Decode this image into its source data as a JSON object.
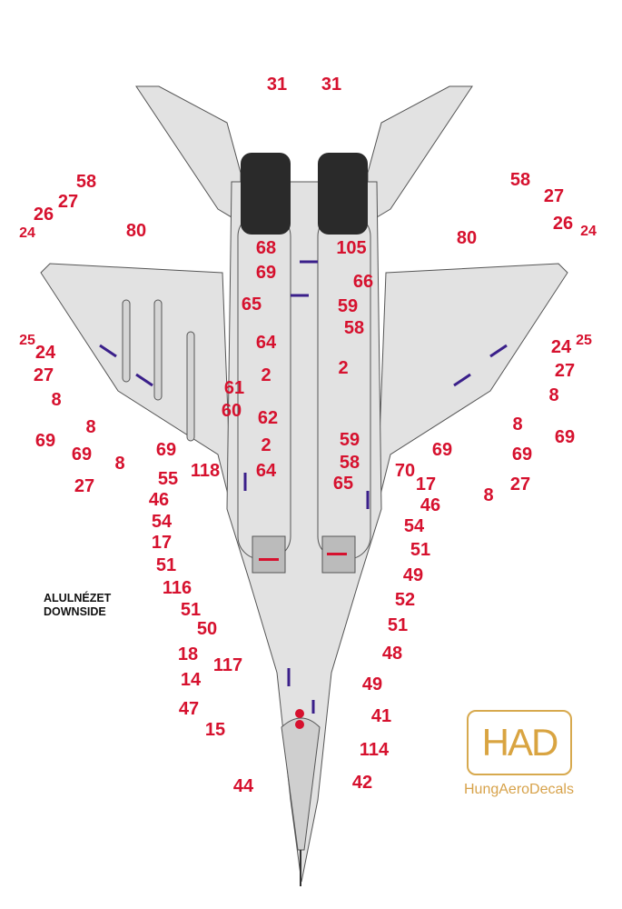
{
  "view_label": {
    "hu": "ALULNÉZET",
    "en": "DOWNSIDE"
  },
  "logo": {
    "mark": "HAD",
    "name": "HungAeroDecals"
  },
  "colors": {
    "callout": "#d6112e",
    "stencil": "#3a1f8a",
    "logo": "#d7a94e",
    "airframe": "#dedede"
  },
  "callouts": [
    "31",
    "31",
    "58",
    "27",
    "26",
    "24",
    "80",
    "68",
    "69",
    "65",
    "64",
    "2",
    "61",
    "60",
    "62",
    "2",
    "64",
    "118",
    "55",
    "46",
    "54",
    "17",
    "51",
    "116",
    "51",
    "50",
    "18",
    "117",
    "14",
    "47",
    "15",
    "44",
    "105",
    "66",
    "59",
    "58",
    "2",
    "59",
    "58",
    "65",
    "80",
    "58",
    "27",
    "26",
    "24",
    "25",
    "24",
    "27",
    "8",
    "69",
    "8",
    "69",
    "69",
    "27",
    "8",
    "24",
    "25",
    "27",
    "8",
    "8",
    "69",
    "69",
    "69",
    "27",
    "8",
    "70",
    "17",
    "46",
    "54",
    "51",
    "49",
    "52",
    "51",
    "48",
    "49",
    "41",
    "114",
    "42"
  ]
}
